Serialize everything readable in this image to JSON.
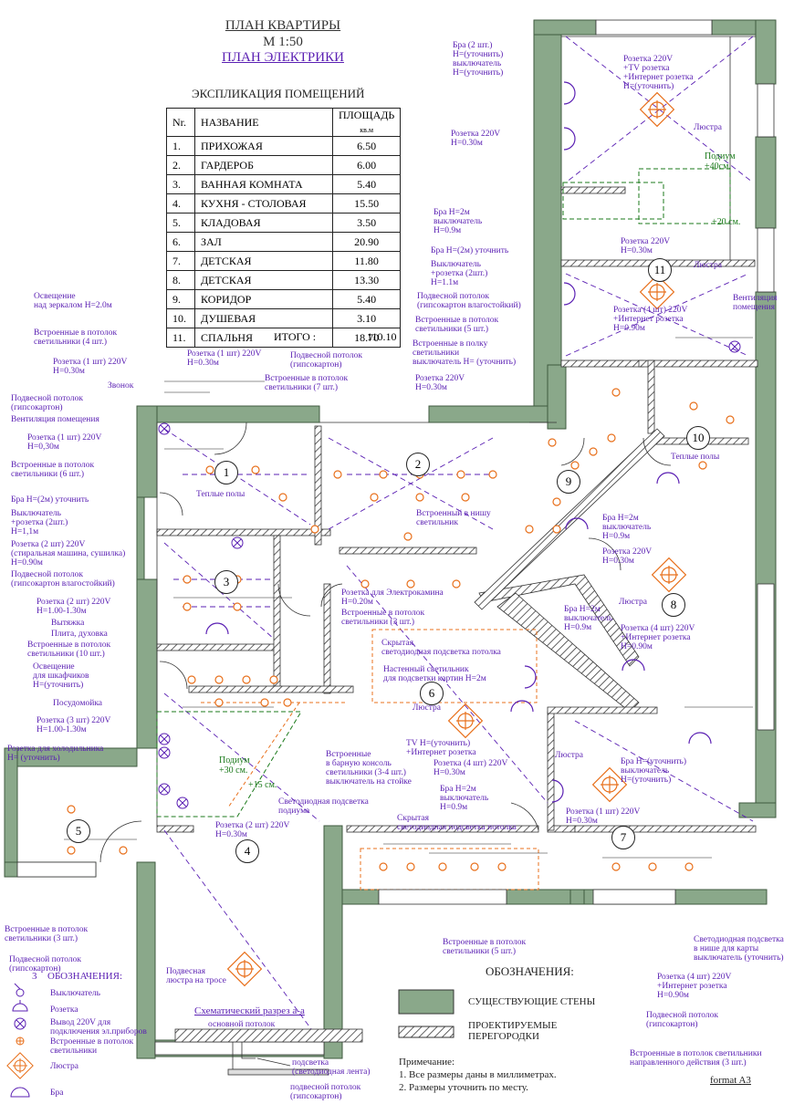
{
  "header": {
    "line1": "ПЛАН КВАРТИРЫ",
    "line2": "М 1:50",
    "line3": "ПЛАН ЭЛЕКТРИКИ"
  },
  "explication": {
    "title": "ЭКСПЛИКАЦИЯ ПОМЕЩЕНИЙ",
    "col_nr": "Nr.",
    "col_name": "НАЗВАНИЕ",
    "col_area": "ПЛОЩАДЬ",
    "col_area_unit": "кв.м",
    "rows": [
      {
        "nr": "1.",
        "name": "ПРИХОЖАЯ",
        "area": "6.50"
      },
      {
        "nr": "2.",
        "name": "ГАРДЕРОБ",
        "area": "6.00"
      },
      {
        "nr": "3.",
        "name": "ВАННАЯ КОМНАТА",
        "area": "5.40"
      },
      {
        "nr": "4.",
        "name": "КУХНЯ - СТОЛОВАЯ",
        "area": "15.50"
      },
      {
        "nr": "5.",
        "name": "КЛАДОВАЯ",
        "area": "3.50"
      },
      {
        "nr": "6.",
        "name": "ЗАЛ",
        "area": "20.90"
      },
      {
        "nr": "7.",
        "name": "ДЕТСКАЯ",
        "area": "11.80"
      },
      {
        "nr": "8.",
        "name": "ДЕТСКАЯ",
        "area": "13.30"
      },
      {
        "nr": "9.",
        "name": "КОРИДОР",
        "area": "5.40"
      },
      {
        "nr": "10.",
        "name": "ДУШЕВАЯ",
        "area": "3.10"
      },
      {
        "nr": "11.",
        "name": "СПАЛЬНЯ",
        "area": "18.70"
      }
    ],
    "total_label": "ИТОГО :",
    "total_value": "110.10"
  },
  "labels": {
    "l1": "Освещение",
    "l1b": "над зеркалом H=2.0м",
    "l2": "Встроенные  в потолок",
    "l2b": "светильники (4 шт.)",
    "l3": "Розетка (1 шт) 220V",
    "l3b": "H=0.30м",
    "l4": "Звонок",
    "l5": "Подвесной потолок",
    "l5b": "(гипсокартон)",
    "l6": "Вентиляция помещения",
    "l7": "Розетка (1 шт) 220V",
    "l7b": "H=0,30м",
    "l8": "Встроенные  в потолок",
    "l8b": "светильники (6 шт.)",
    "l9": "Бра H=(2м) уточнить",
    "l10": "Выключатель",
    "l10b": "+розетка (2шт.)",
    "l10c": "H=1,1м",
    "l11": "Розетка (2 шт) 220V",
    "l11b": "(стиральная машина, сушилка)",
    "l11c": "H=0.90м",
    "l12": "Подвесной потолок",
    "l12b": "(гипсокартон влагостойкий)",
    "l13": "Розетка (2 шт) 220V",
    "l13b": "H=1.00-1.30м",
    "l14": "Вытяжка",
    "l15": "Плита, духовка",
    "l16": "Встроенные  в потолок",
    "l16b": "светильники (10 шт.)",
    "l17": "Освещение",
    "l17b": "для шкафчиков",
    "l17c": "H=(уточнить)",
    "l18": "Посудомойка",
    "l19": "Розетка (3 шт) 220V",
    "l19b": "H=1.00-1.30м",
    "l20": "Розетка для холодильника",
    "l20b": "H= (уточнить)",
    "l21": "Встроенные  в потолок",
    "l21b": "светильники (3 шт.)",
    "l22": "Подвесной потолок",
    "l22b": "(гипсокартон)",
    "l23": "Розетка (1 шт) 220V",
    "l23b": "H=0.30м",
    "l24": "Подвесной потолок",
    "l24b": "(гипсокартон)",
    "l25": "Встроенные  в потолок",
    "l25b": "светильники (7 шт.)",
    "l26": "Теплые полы",
    "l27": "Встроенный в нишу",
    "l27b": "светильник",
    "l28": "Розетка для Электрокамина",
    "l28b": "H=0.20м",
    "l29": "Встроенные  в потолок",
    "l29b": "светильники (3 шт.)",
    "l30": "Скрытая",
    "l30b": "светодиодная подсветка потолка",
    "l31": "Настенный светильник",
    "l31b": "для подсветки картин H=2м",
    "l32": "Люстра",
    "l33": "TV  H=(уточнить)",
    "l33b": "+Интернет розетка",
    "l34": "Розетка (4 шт) 220V",
    "l34b": "H=0.30м",
    "l35": "Встроенные",
    "l35b": "в барную консоль",
    "l35c": "светильники (3-4 шт.)",
    "l35d": "выключатель на стойке",
    "l36": "Светодиодная подсветка",
    "l36b": "подиума",
    "l37": "Розетка (2 шт) 220V",
    "l37b": "H=0.30м",
    "l38": "Бра H=2м",
    "l38b": "выключатель",
    "l38c": "H=0.9м",
    "l39": "Скрытая",
    "l39b": "светодиодная подсветка потолка",
    "l40": "Подвесная",
    "l40b": "люстра на тросе",
    "l41": "Встроенные  в потолок",
    "l41b": "светильники (5 шт.)",
    "l42": "Бра (2 шт.)",
    "l42b": "H=(уточнить)",
    "l42c": "выключатель",
    "l42d": "H=(уточнить)",
    "l43": "Розетка 220V",
    "l43b": "+TV розетка",
    "l43c": "+Интернет розетка",
    "l43d": "H=(уточнить)",
    "l44": "Розетка  220V",
    "l44b": "H=0.30м",
    "l45": "Люстра",
    "l46": "Бра H=2м",
    "l46b": "выключатель",
    "l46c": "H=0.9м",
    "l47": "Розетка  220V",
    "l47b": "H=0.30м",
    "l48": "Бра H=(2м) уточнить",
    "l49": "Выключатель",
    "l49b": "+розетка (2шт.)",
    "l49c": "H=1.1м",
    "l50": "Подвесной потолок",
    "l50b": "(гипсокартон влагостойкий)",
    "l51": "Встроенные  в потолок",
    "l51b": "светильники (5 шт.)",
    "l52": "Встроенные  в полку",
    "l52b": "светильники",
    "l52c": "выключатель H= (уточнить)",
    "l53": "Розетка  220V",
    "l53b": "H=0.30м",
    "l54": "Люстра",
    "l55": "Розетка (4 шт) 220V",
    "l55b": "+Интернет розетка",
    "l55c": "H=0.90м",
    "l56": "Вентиляция",
    "l56b": "помещения",
    "l57": "Теплые полы",
    "l58": "Бра H=2м",
    "l58b": "выключатель",
    "l58c": "H=0.9м",
    "l59": "Розетка  220V",
    "l59b": "H=0.30м",
    "l60": "Люстра",
    "l61": "Бра H=2м",
    "l61b": "выключатель",
    "l61c": "H=0.9м",
    "l62": "Розетка (4 шт) 220V",
    "l62b": "+Интернет розетка",
    "l62c": "H=0.90м",
    "l63": "Люстра",
    "l64": "Бра H=(уточнить)",
    "l64b": "выключатель",
    "l64c": "H=(уточнить)",
    "l65": "Розетка (1 шт) 220V",
    "l65b": "H=0.30м",
    "l66": "Светодиодная подсветка",
    "l66b": "в нише для карты",
    "l66c": "выключатель (уточнить)",
    "l67": "Розетка (4 шт) 220V",
    "l67b": "+Интернет розетка",
    "l67c": "H=0.90м",
    "l68": "Подвесной потолок",
    "l68b": "(гипсокартон)",
    "l69": "Встроенные  в потолок светильники",
    "l69b": "направленного действия (3 шт.)"
  },
  "green_labels": {
    "podium_right": "Подиум",
    "podium_right_b": "+40см.",
    "podium_right_c": "+20 см.",
    "podium_left": "Подиум",
    "podium_left_b": "+30 см.",
    "podium_left_c": "+15 см."
  },
  "room_numbers": [
    "1",
    "2",
    "3",
    "4",
    "5",
    "6",
    "7",
    "8",
    "9",
    "10",
    "11"
  ],
  "legend": {
    "number": "3",
    "title": "ОБОЗНАЧЕНИЯ:",
    "items": [
      {
        "icon": "switch-icon",
        "label": "Выключатель"
      },
      {
        "icon": "socket-icon",
        "label": "Розетка"
      },
      {
        "icon": "power-outlet-icon",
        "label": "Вывод 220V для"
      },
      {
        "icon": "downlight-icon",
        "label": "Встроенные в потолок"
      },
      {
        "icon": "chandelier-icon",
        "label": "Люстра"
      },
      {
        "icon": "sconce-icon",
        "label": "Бра"
      }
    ],
    "item3b": "подключения эл.приборов",
    "item4b": "светильники"
  },
  "section": {
    "title": "Схематический разрез а-а",
    "main_ceiling": "основной потолок",
    "backlight": "подсветка",
    "backlight_b": "(светодиодная лента)",
    "suspended": "подвесной потолок",
    "suspended_b": "(гипсокартон)"
  },
  "legend2": {
    "title": "ОБОЗНАЧЕНИЯ:",
    "existing": "СУЩЕСТВУЮЩИЕ СТЕНЫ",
    "projected": "ПРОЕКТИРУЕМЫЕ",
    "projected_b": "ПЕРЕГОРОДКИ"
  },
  "notes": {
    "title": "Примечание:",
    "n1": "1. Все размеры даны в миллиметрах.",
    "n2": "2. Размеры уточнить по месту."
  },
  "format": "format A3",
  "colors": {
    "wall": "#8aa88a",
    "wall_dark": "#4a6a4a",
    "partition": "#5a1fb3",
    "fixture": "#e8701c",
    "annotation": "#5a1fb3",
    "podium": "#1b7a1b"
  }
}
